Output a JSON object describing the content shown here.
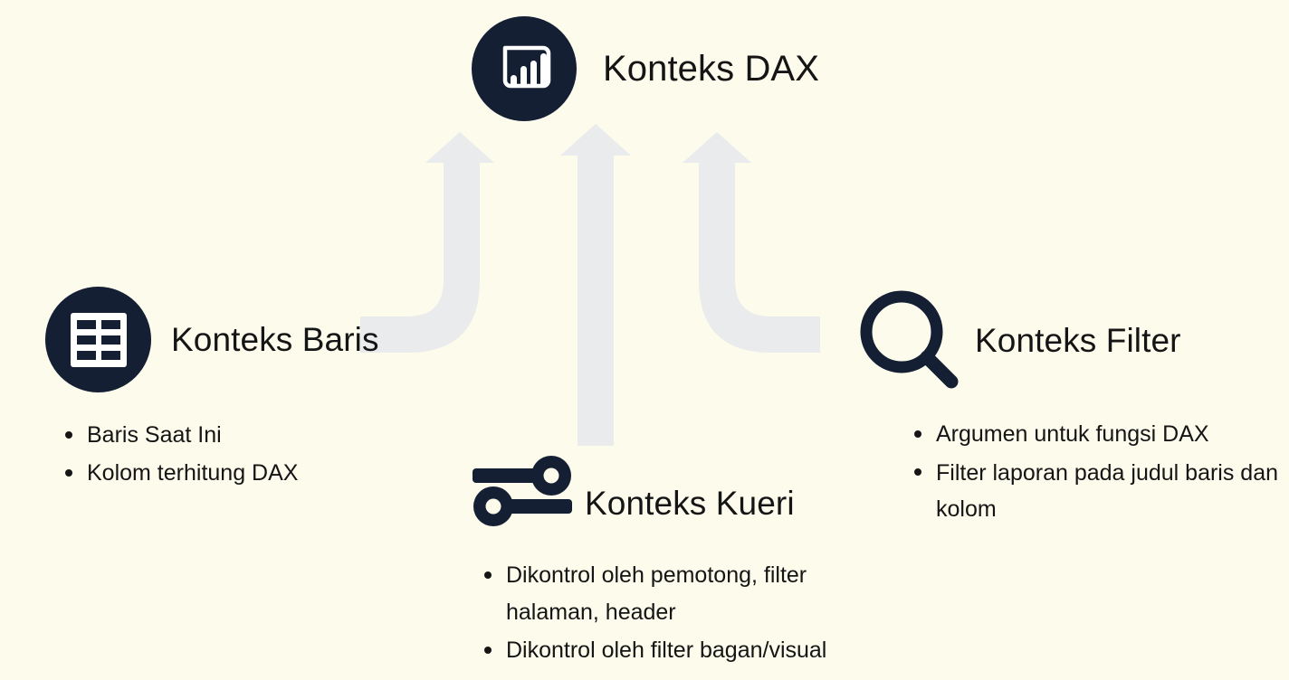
{
  "canvas": {
    "background_color": "#fcfbec",
    "arrow_color": "#eaebed",
    "icon_color": "#141f33",
    "text_color": "#151515"
  },
  "nodes": {
    "dax": {
      "title": "Konteks DAX",
      "icon": "power-bi-icon"
    },
    "baris": {
      "title": "Konteks Baris",
      "icon": "table-grid-icon",
      "bullets": [
        "Baris Saat Ini",
        "Kolom terhitung DAX"
      ]
    },
    "filter": {
      "title": "Konteks Filter",
      "icon": "magnifying-glass-icon",
      "bullets": [
        "Argumen untuk fungsi DAX",
        "Filter laporan pada judul baris dan kolom"
      ]
    },
    "kueri": {
      "title": "Konteks Kueri",
      "icon": "sliders-icon",
      "bullets": [
        "Dikontrol oleh pemotong, filter halaman, header",
        "Dikontrol oleh filter bagan/visual"
      ]
    }
  },
  "arrows": [
    {
      "name": "arrow-baris-to-dax",
      "from": "baris",
      "to": "dax",
      "shape": "elbow-left-up"
    },
    {
      "name": "arrow-kueri-to-dax",
      "from": "kueri",
      "to": "dax",
      "shape": "straight-up"
    },
    {
      "name": "arrow-filter-to-dax",
      "from": "filter",
      "to": "dax",
      "shape": "elbow-right-up"
    }
  ]
}
